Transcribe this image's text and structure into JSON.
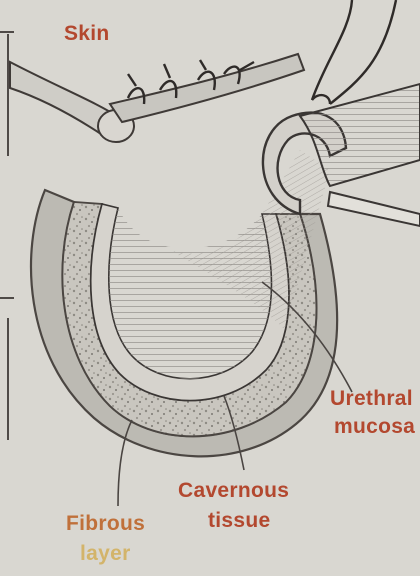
{
  "labels": {
    "skin": "Skin",
    "urethral_1": "Urethral",
    "urethral_2": "mucosa",
    "cavernous_1": "Cavernous",
    "cavernous_2": "tissue",
    "fibrous_1": "Fibrous",
    "fibrous_2": "layer"
  },
  "colors": {
    "background": "#d9d7d1",
    "label": "#b3482f",
    "line": "#3a3634",
    "tissue": "#b9b7b0"
  }
}
